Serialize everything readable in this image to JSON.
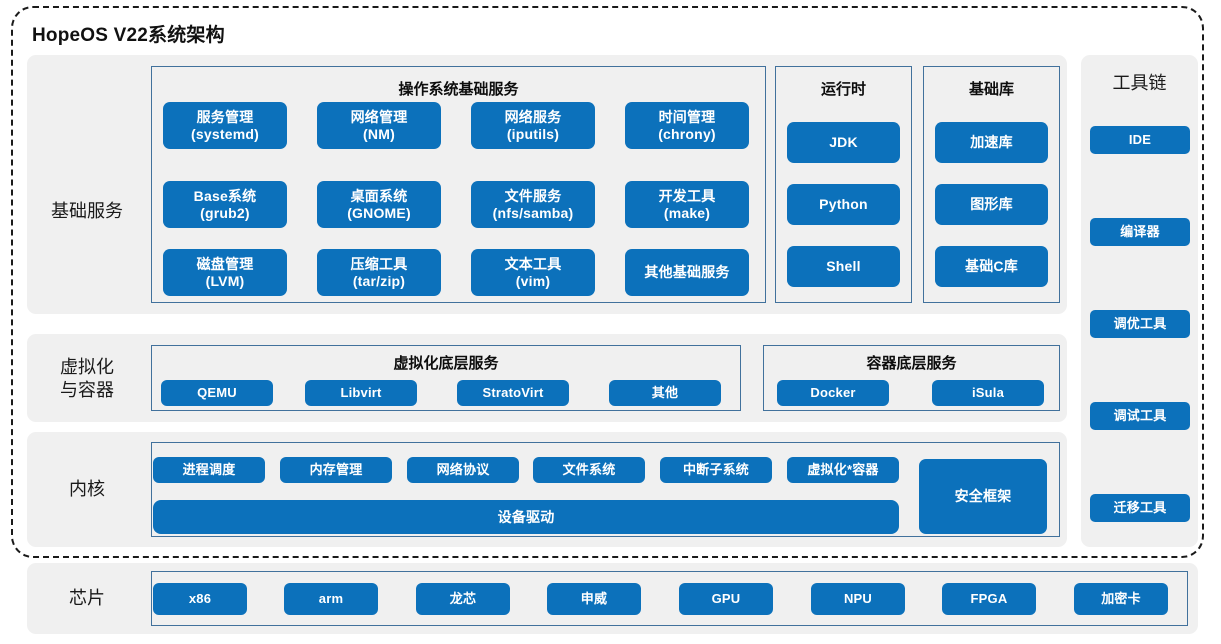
{
  "title": "HopeOS V22系统架构",
  "theme": {
    "chip_blue": "#0c71bb",
    "band_gray": "#f0f0f0",
    "panel_border": "#41719c",
    "frame_dash": "#1a1a1a"
  },
  "sections": {
    "base_services": {
      "label": "基础服务",
      "os_panel": {
        "title": "操作系统基础服务",
        "items": [
          "服务管理\n(systemd)",
          "网络管理\n(NM)",
          "网络服务\n(iputils)",
          "时间管理\n(chrony)",
          "Base系统\n(grub2)",
          "桌面系统\n(GNOME)",
          "文件服务\n(nfs/samba)",
          "开发工具\n(make)",
          "磁盘管理\n(LVM)",
          "压缩工具\n(tar/zip)",
          "文本工具\n(vim)",
          "其他基础服务"
        ]
      },
      "runtime_panel": {
        "title": "运行时",
        "items": [
          "JDK",
          "Python",
          "Shell"
        ]
      },
      "baselib_panel": {
        "title": "基础库",
        "items": [
          "加速库",
          "图形库",
          "基础C库"
        ]
      }
    },
    "virtualization": {
      "label": "虚拟化\n与容器",
      "virt_panel": {
        "title": "虚拟化底层服务",
        "items": [
          "QEMU",
          "Libvirt",
          "StratoVirt",
          "其他"
        ]
      },
      "container_panel": {
        "title": "容器底层服务",
        "items": [
          "Docker",
          "iSula"
        ]
      }
    },
    "kernel": {
      "label": "内核",
      "row_items": [
        "进程调度",
        "内存管理",
        "网络协议",
        "文件系统",
        "中断子系统",
        "虚拟化*容器"
      ],
      "driver_bar": "设备驱动",
      "security": "安全框架"
    },
    "chip": {
      "label": "芯片",
      "items": [
        "x86",
        "arm",
        "龙芯",
        "申威",
        "GPU",
        "NPU",
        "FPGA",
        "加密卡"
      ]
    }
  },
  "toolchain": {
    "title": "工具链",
    "items": [
      "IDE",
      "编译器",
      "调优工具",
      "调试工具",
      "迁移工具"
    ]
  }
}
